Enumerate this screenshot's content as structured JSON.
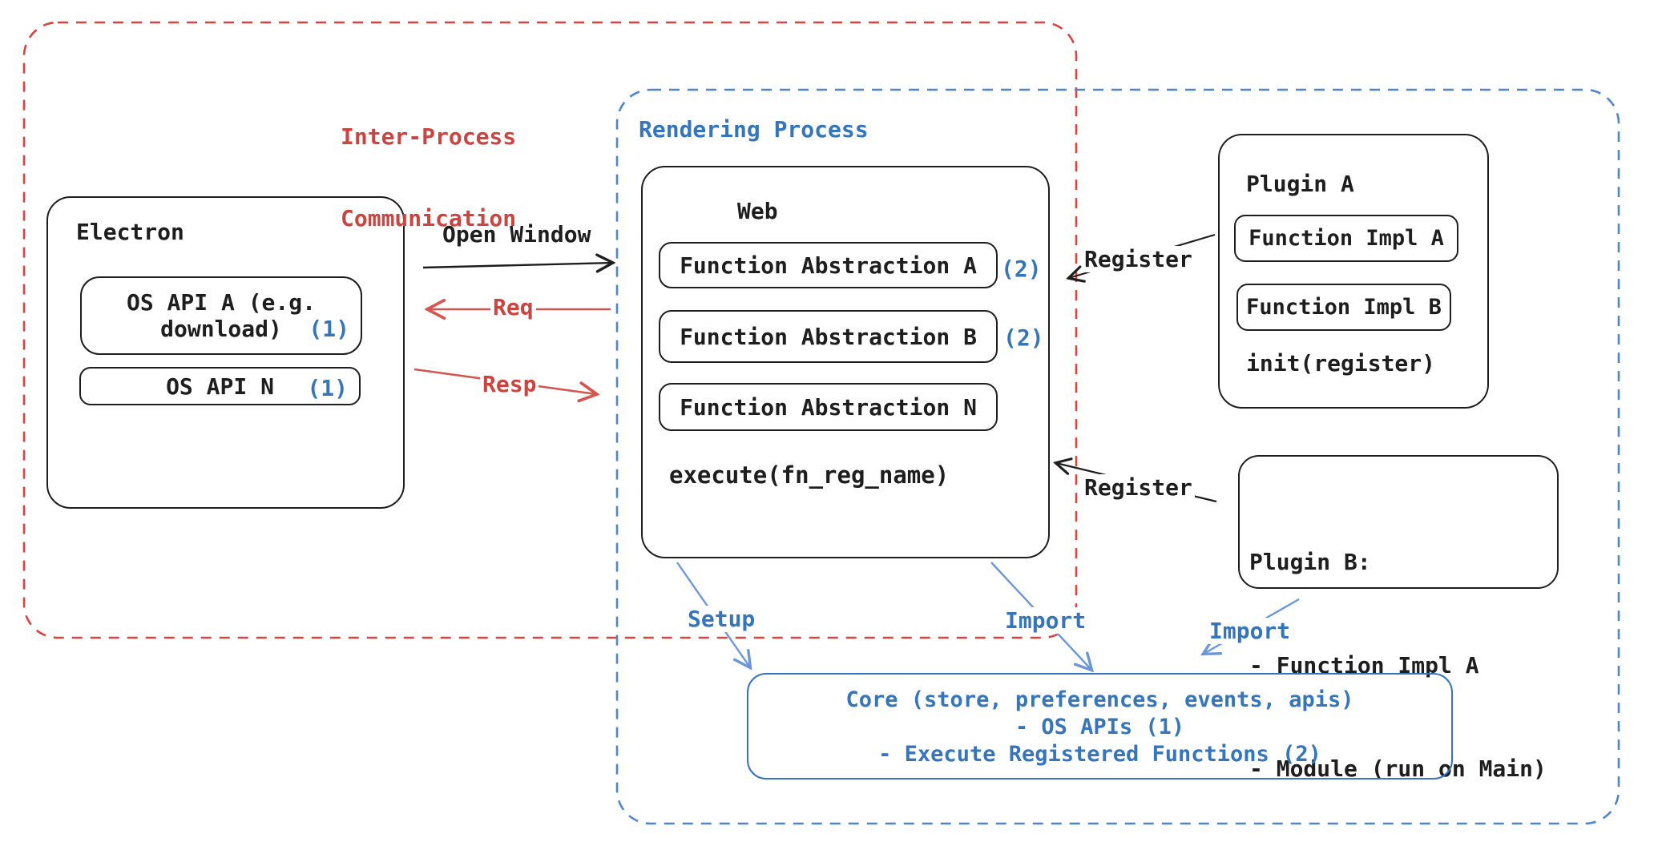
{
  "colors": {
    "ink": "#1e1e1e",
    "red_text": "#cc4440",
    "red_arrow": "#d65550",
    "red_dash": "#d8453f",
    "blue_text": "#3575bc",
    "blue_dash": "#4d86cc",
    "blue_arrow": "#6b97d8"
  },
  "regions": {
    "ipc_label_line1": "Inter-Process",
    "ipc_label_line2": "Communication",
    "rendering_label": "Rendering Process"
  },
  "electron": {
    "title": "Electron",
    "api_a_line1": "OS API A (e.g.",
    "api_a_line2": "download)",
    "api_a_ref": "(1)",
    "api_n": "OS API N",
    "api_n_ref": "(1)"
  },
  "web": {
    "title": "Web",
    "fn_a": "Function Abstraction A",
    "fn_a_ref": "(2)",
    "fn_b": "Function Abstraction B",
    "fn_b_ref": "(2)",
    "fn_n": "Function Abstraction N",
    "execute": "execute(fn_reg_name)"
  },
  "plugin_a": {
    "title": "Plugin A",
    "impl_a": "Function Impl A",
    "impl_b": "Function Impl B",
    "init": "init(register)"
  },
  "plugin_b": {
    "title": "Plugin B:",
    "item1": "- Function Impl A",
    "item2": "- Module (run on Main)"
  },
  "core": {
    "line1": "Core (store, preferences, events, apis)",
    "line2": "- OS APIs (1)",
    "line3": "- Execute Registered Functions (2)"
  },
  "arrows": {
    "open_window": "Open Window",
    "req": "Req",
    "resp": "Resp",
    "register_a": "Register",
    "register_b": "Register",
    "setup": "Setup",
    "import_web": "Import",
    "import_plugin_b": "Import"
  }
}
